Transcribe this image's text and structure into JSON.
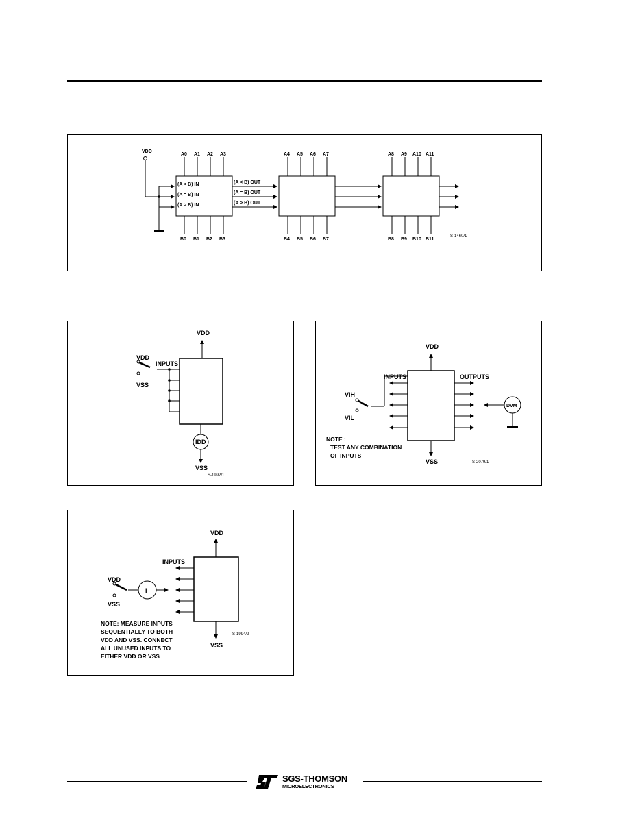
{
  "cascade_diagram": {
    "vdd": "VDD",
    "chip1_top": [
      "A0",
      "A1",
      "A2",
      "A3"
    ],
    "chip1_bottom": [
      "B0",
      "B1",
      "B2",
      "B3"
    ],
    "chip2_top": [
      "A4",
      "A5",
      "A6",
      "A7"
    ],
    "chip2_bottom": [
      "B4",
      "B5",
      "B6",
      "B7"
    ],
    "chip3_top": [
      "A8",
      "A9",
      "A10",
      "A11"
    ],
    "chip3_bottom": [
      "B8",
      "B9",
      "B10",
      "B11"
    ],
    "inputs": [
      "(A < B) IN",
      "(A = B) IN",
      "(A > B) IN"
    ],
    "outputs": [
      "(A < B) OUT",
      "(A = B) OUT",
      "(A > B) OUT"
    ],
    "code": "S-1460/1"
  },
  "quiescent_diagram": {
    "vdd_top": "VDD",
    "switch_vdd": "VDD",
    "switch_vss": "VSS",
    "inputs": "INPUTS",
    "meter": "IDD",
    "vss_bottom": "VSS",
    "code": "S-1992/1"
  },
  "io_voltage_diagram": {
    "vdd_top": "VDD",
    "inputs": "INPUTS",
    "outputs": "OUTPUTS",
    "vih": "VIH",
    "vil": "VIL",
    "dvm": "DVM",
    "note_lines": [
      "NOTE :",
      "TEST  ANY COMBINATION",
      "OF   INPUTS"
    ],
    "vss_bottom": "VSS",
    "code": "S-2079/1"
  },
  "input_leakage_diagram": {
    "vdd_top": "VDD",
    "inputs": "INPUTS",
    "switch_vdd": "VDD",
    "switch_vss": "VSS",
    "meter": "I",
    "vss_bottom": "VSS",
    "code": "S-1994/2",
    "note_lines": [
      "NOTE: MEASURE INPUTS",
      "SEQUENTIALLY TO BOTH",
      "VDD AND VSS. CONNECT",
      "ALL UNUSED INPUTS TO",
      "EITHER VDD OR VSS"
    ]
  },
  "footer": {
    "brand": "SGS-THOMSON",
    "sub": "MICROELECTRONICS"
  }
}
